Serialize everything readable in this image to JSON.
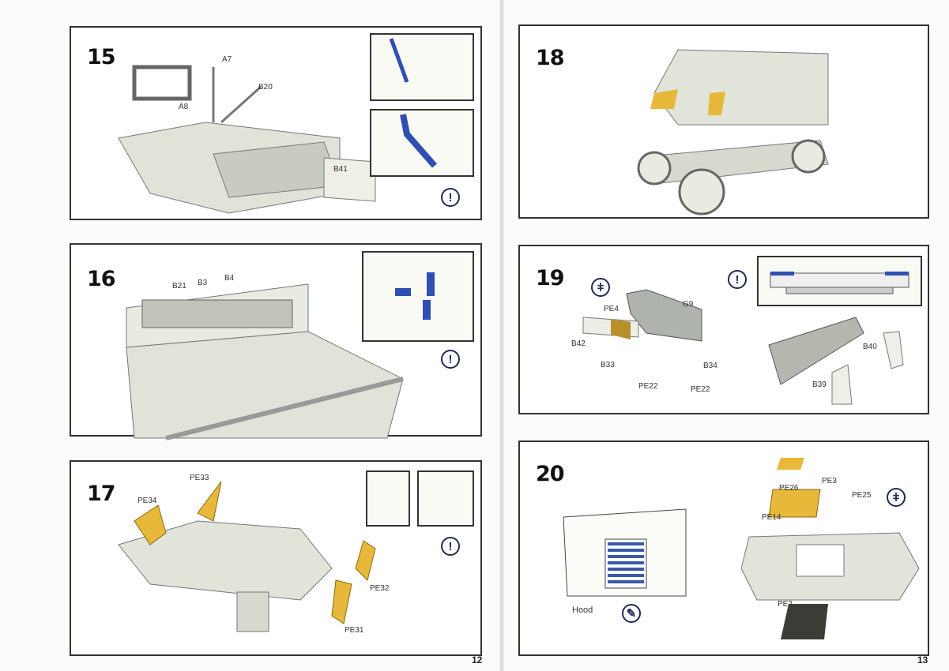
{
  "pages": [
    {
      "number": "12",
      "steps": [
        {
          "number": "15",
          "labels": [
            "A7",
            "B20",
            "A8",
            "B41"
          ]
        },
        {
          "number": "16",
          "labels": [
            "B21",
            "B3",
            "B4"
          ]
        },
        {
          "number": "17",
          "labels": [
            "PE33",
            "PE34",
            "PE32",
            "PE31"
          ]
        }
      ]
    },
    {
      "number": "13",
      "steps": [
        {
          "number": "18",
          "labels": []
        },
        {
          "number": "19",
          "labels": [
            "PE4",
            "G9",
            "B42",
            "B33",
            "B34",
            "PE22",
            "PE22",
            "B40",
            "B39"
          ]
        },
        {
          "number": "20",
          "labels": [
            "PE3",
            "PE26",
            "PE25",
            "PE14",
            "PE2",
            "Hood"
          ]
        }
      ]
    }
  ],
  "icons": {
    "attention": "!",
    "colors": {
      "part_grey": "#dfe3d8",
      "photo_etch": "#e7b83a",
      "highlight_blue": "#2f4fb3",
      "border": "#333333"
    }
  }
}
